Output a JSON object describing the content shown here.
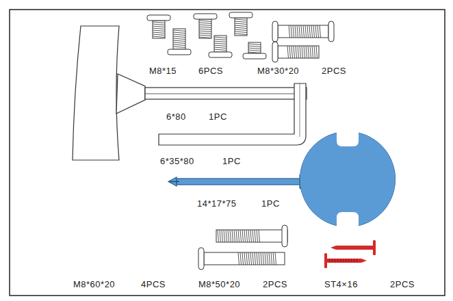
{
  "diagram": {
    "labels": [
      "M8*15",
      "6PCS",
      "M8*30*20",
      "2PCS",
      "6*80",
      "1PC",
      "6*35*80",
      "1PC",
      "14*17*75",
      "1PC",
      "M8*60*20",
      "4PCS",
      "M8*50*20",
      "2PCS",
      "ST4×16",
      "2PCS"
    ]
  }
}
